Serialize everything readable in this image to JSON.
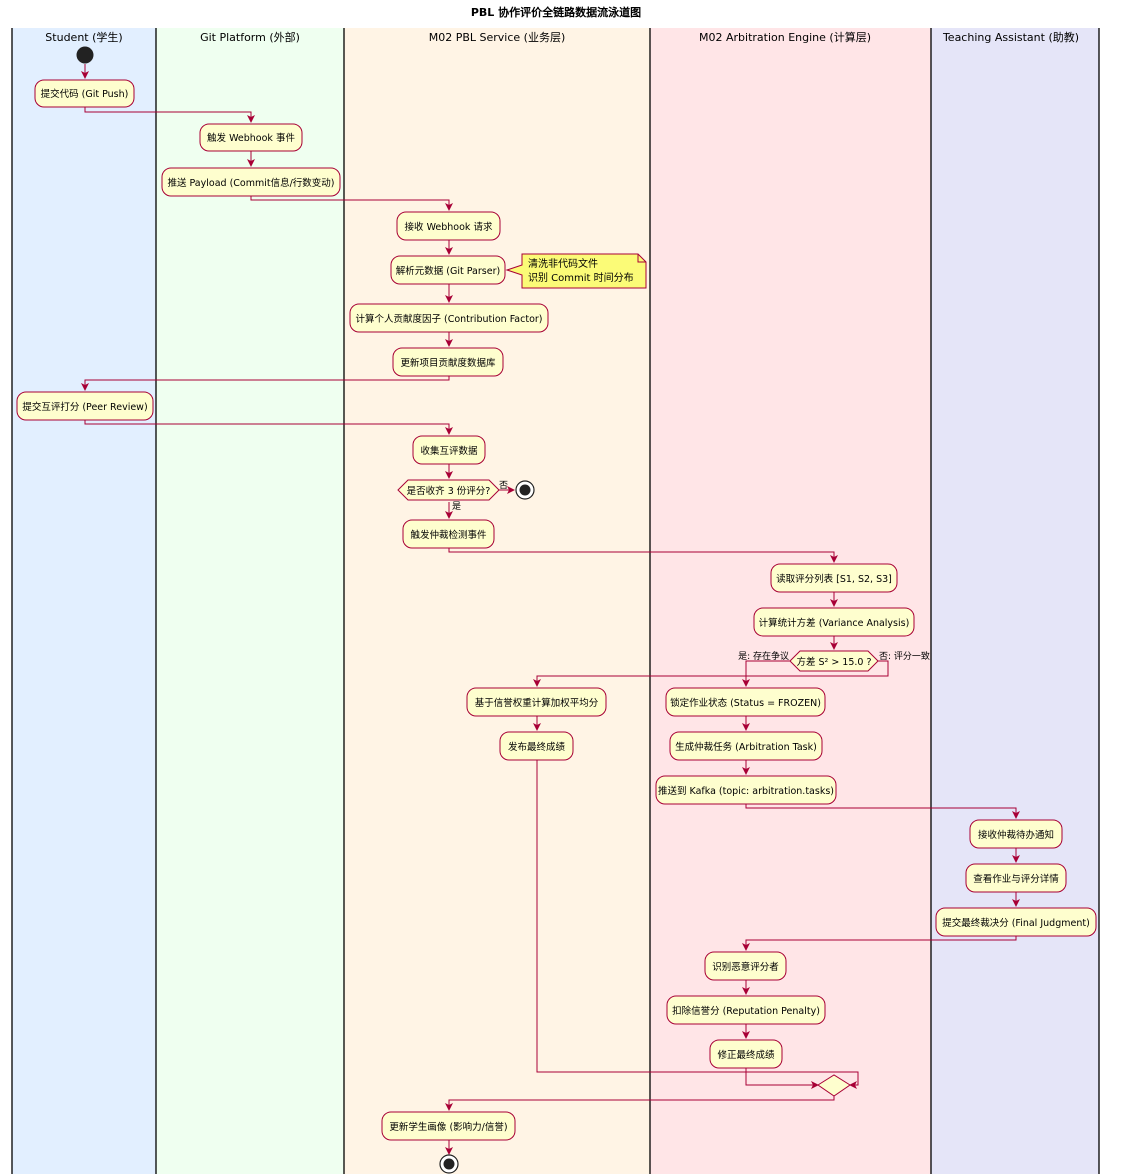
{
  "diagram": {
    "title": "PBL 协作评价全链路数据流泳道图",
    "lanes": [
      {
        "id": "student",
        "title": "Student (学生)",
        "color": "#e2efff"
      },
      {
        "id": "git",
        "title": "Git Platform (外部)",
        "color": "#effff0"
      },
      {
        "id": "pbl",
        "title": "M02 PBL Service (业务层)",
        "color": "#fff4e5"
      },
      {
        "id": "arb",
        "title": "M02 Arbitration Engine (计算层)",
        "color": "#ffe5e7"
      },
      {
        "id": "ta",
        "title": "Teaching Assistant (助教)",
        "color": "#e5e5f8"
      }
    ],
    "nodes": {
      "push": "提交代码 (Git Push)",
      "webhook": "触发 Webhook 事件",
      "payload": "推送 Payload (Commit信息/行数变动)",
      "receive": "接收 Webhook 请求",
      "parse": "解析元数据 (Git Parser)",
      "contrib": "计算个人贡献度因子 (Contribution Factor)",
      "updatedb": "更新项目贡献度数据库",
      "peer": "提交互评打分 (Peer Review)",
      "collect": "收集互评数据",
      "check3": "是否收齐 3 份评分?",
      "trigger": "触发仲裁检测事件",
      "read": "读取评分列表 [S1, S2, S3]",
      "variance": "计算统计方差 (Variance Analysis)",
      "threshold": "方差 S² > 15.0 ?",
      "weighted": "基于信誉权重计算加权平均分",
      "publish": "发布最终成绩",
      "lock": "锁定作业状态 (Status = FROZEN)",
      "gentask": "生成仲裁任务 (Arbitration Task)",
      "kafka": "推送到 Kafka (topic: arbitration.tasks)",
      "notify": "接收仲裁待办通知",
      "review": "查看作业与评分详情",
      "final": "提交最终裁决分 (Final Judgment)",
      "identify": "识别恶意评分者",
      "penalty": "扣除信誉分 (Reputation Penalty)",
      "correct": "修正最终成绩",
      "portrait": "更新学生画像 (影响力/信誉)"
    },
    "labels": {
      "no": "否",
      "yes": "是",
      "dispute": "是: 存在争议",
      "consistent": "否: 评分一致"
    },
    "note": [
      "清洗非代码文件",
      "识别 Commit 时间分布"
    ],
    "colors": {
      "activity_fill": "#fefece",
      "activity_stroke": "#a80036",
      "arrow": "#a80036",
      "note_fill": "#fbfb77"
    }
  }
}
